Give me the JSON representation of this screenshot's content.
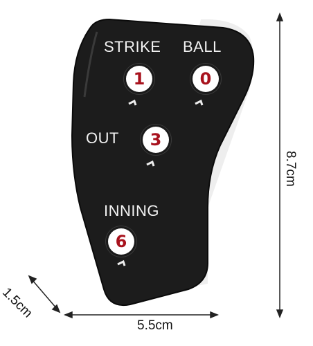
{
  "counter": {
    "labels": {
      "strike": "STRIKE",
      "ball": "BALL",
      "out": "OUT",
      "inning": "INNING"
    },
    "values": {
      "strike": "1",
      "ball": "0",
      "out": "3",
      "inning": "6"
    }
  },
  "dimensions": {
    "height": "8.7cm",
    "width": "5.5cm",
    "depth": "1.5cm"
  },
  "colors": {
    "body": "#1c1c1c",
    "digit": "#a8121d",
    "label": "#f2f2f2"
  }
}
